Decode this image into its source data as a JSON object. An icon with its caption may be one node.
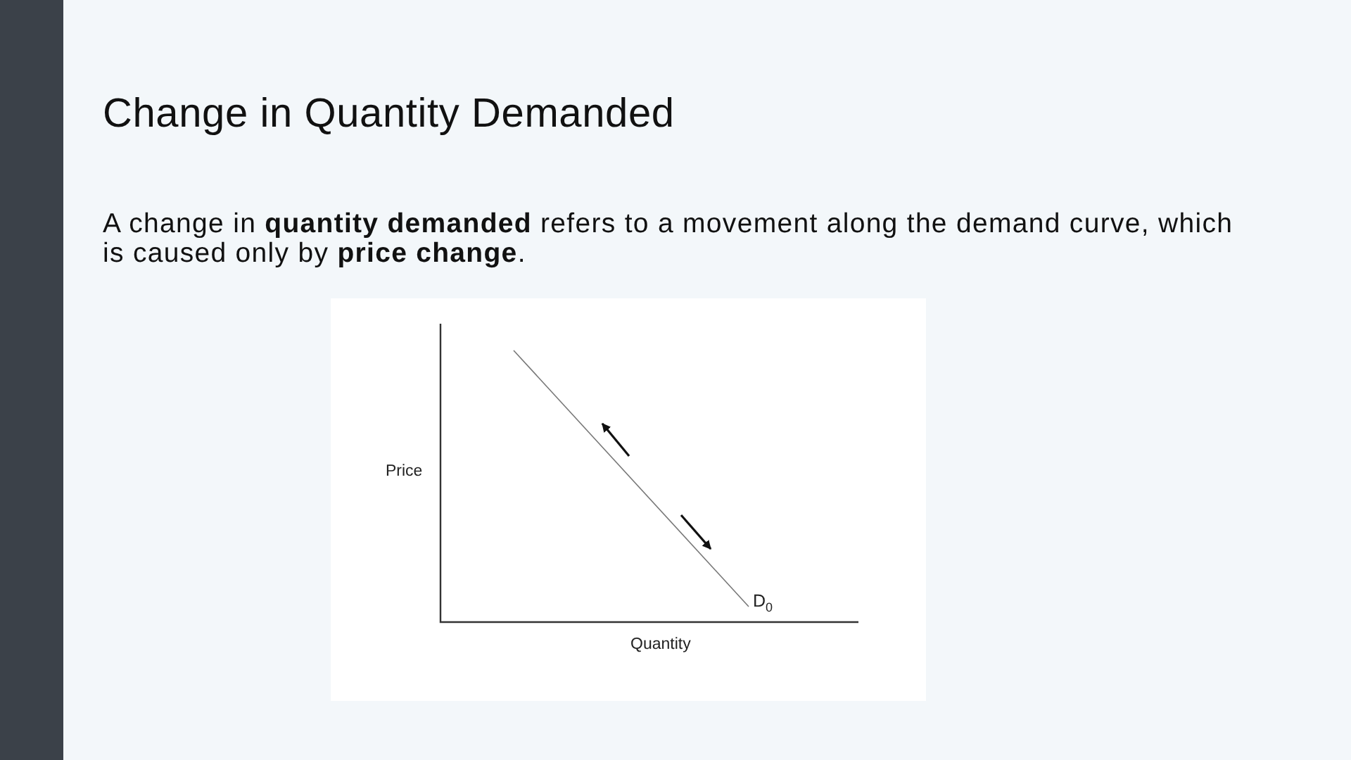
{
  "diagram": {
    "title": "Change in Quantity Demanded",
    "labels": [
      "A change in **quantity demanded** refers to a movement along the demand curve, which is caused only by **price change**.",
      "Price",
      "Quantity",
      "D$_{0}$"
    ]
  }
}
